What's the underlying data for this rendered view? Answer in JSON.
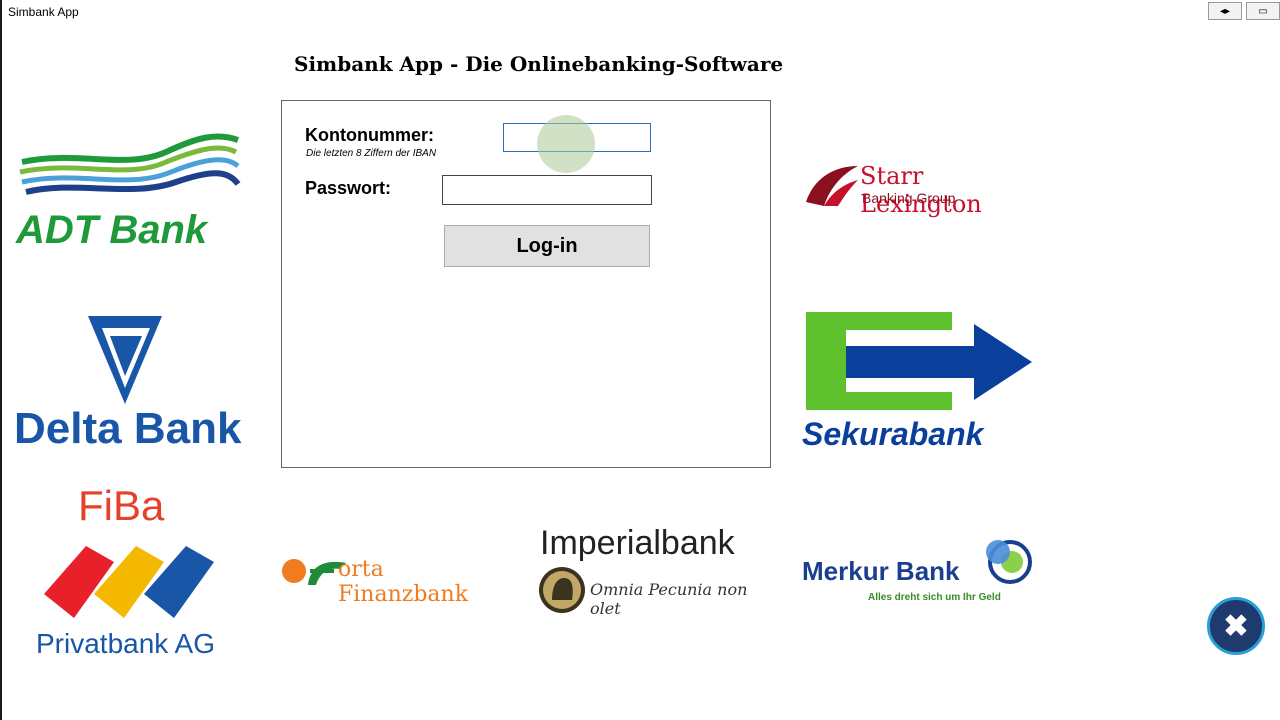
{
  "window": {
    "title": "Simbank App",
    "restore_icon": "◂▸",
    "maximize_icon": "▭"
  },
  "app_title": "Simbank App - Die Onlinebanking-Software",
  "login": {
    "account_label": "Kontonummer:",
    "account_hint": "Die letzten 8 Ziffern der IBAN",
    "account_value": "",
    "password_label": "Passwort:",
    "password_value": "",
    "login_button": "Log-in"
  },
  "logos": {
    "adt": "ADT Bank",
    "delta": "Delta Bank",
    "fiba_top": "FiBa",
    "fiba_bottom": "Privatbank AG",
    "porta": "orta Finanzbank",
    "imperial": "Imperialbank",
    "imperial_motto": "Omnia Pecunia non olet",
    "starr": "Starr Lexington",
    "starr_sub": "Banking Group",
    "sekura": "Sekurabank",
    "merkur": "Merkur Bank",
    "merkur_slogan": "Alles dreht sich um Ihr Geld"
  },
  "close_icon": "✖",
  "colors": {
    "adt_green": "#1e9a3a",
    "delta_blue": "#1a56a8",
    "fiba_red": "#e8412a",
    "starr_red": "#c8102e",
    "sekura_green": "#5dc02c",
    "sekura_blue": "#0a3f9c",
    "merkur_blue": "#1b3f8f",
    "merkur_green": "#3a8a2a"
  }
}
